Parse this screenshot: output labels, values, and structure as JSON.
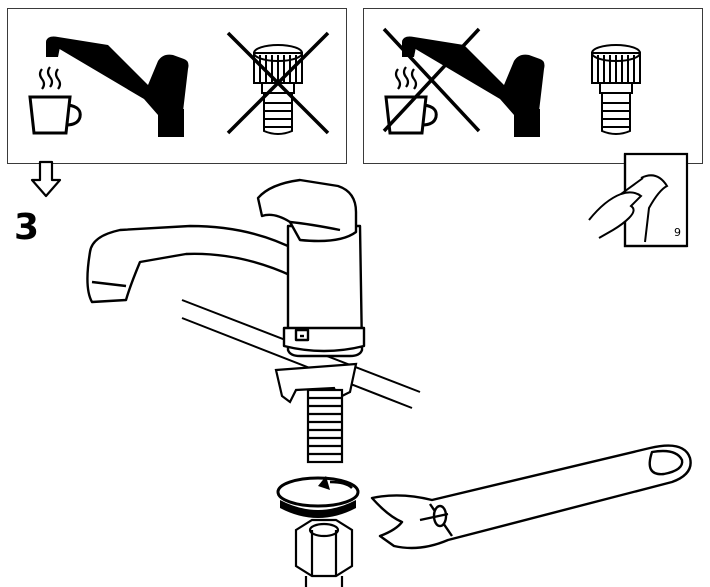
{
  "step": {
    "number": "3"
  },
  "page_reference": {
    "page": "9"
  },
  "icons": {
    "left_panel": [
      "faucet-icon",
      "coffee-cup-icon",
      "hose-adapter-crossed-icon"
    ],
    "right_panel": [
      "faucet-crossed-icon",
      "coffee-cup-icon",
      "hose-adapter-icon"
    ],
    "arrow": "arrow-down-icon",
    "page_turn": "page-turn-hand-icon",
    "main": [
      "faucet-assembly",
      "rotation-arrow-icon",
      "adjustable-wrench",
      "hex-nut"
    ]
  },
  "colors": {
    "line": "#000000",
    "panel_border": "#3a3a3a",
    "background": "#ffffff"
  }
}
